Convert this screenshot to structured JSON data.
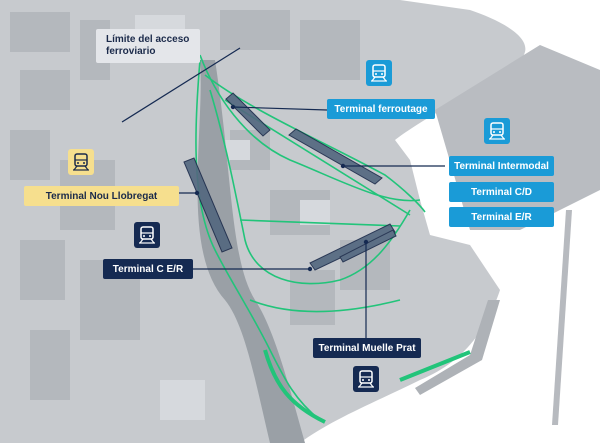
{
  "map": {
    "labels": {
      "limite": "Límite del acceso ferroviario",
      "ferroutage": "Terminal ferroutage",
      "intermodal": "Terminal Intermodal",
      "cd": "Terminal C/D",
      "er": "Terminal E/R",
      "nou_llobregat": "Terminal Nou Llobregat",
      "c_er": "Terminal C E/R",
      "muelle_prat": "Terminal Muelle Prat"
    },
    "icons": {
      "train_icon": "train-icon"
    },
    "colors": {
      "light_label": "#1a9bd7",
      "dark_label": "#152a52",
      "yellow_label": "#f6df8e",
      "gray_label": "#e4e6ea",
      "rail": "#22c47a",
      "sea": "#ffffff"
    }
  }
}
